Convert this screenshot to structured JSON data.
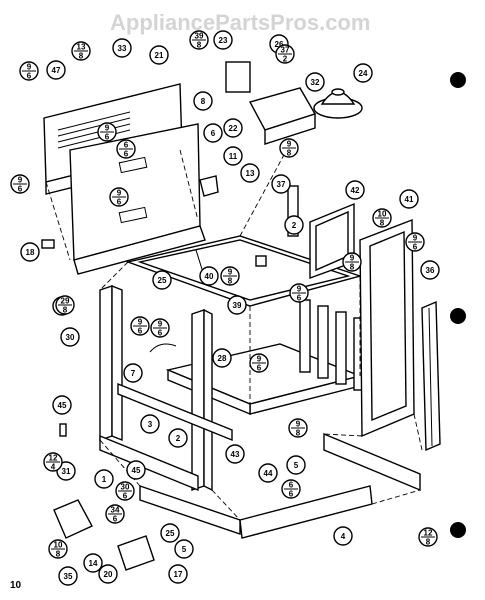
{
  "watermark": "AppliancePartsPros.com",
  "page_number": "10",
  "callouts": [
    "1",
    "2",
    "2",
    "3",
    "4",
    "5",
    "5",
    "6",
    "7",
    "8",
    "11",
    "13",
    "14",
    "17",
    "18",
    "20",
    "21",
    "22",
    "23",
    "24",
    "25",
    "25",
    "26",
    "28",
    "30",
    "31",
    "32",
    "33",
    "35",
    "36",
    "37",
    "39",
    "40",
    "41",
    "42",
    "43",
    "44",
    "45",
    "45",
    "46",
    "47"
  ],
  "fractions": [
    [
      "13",
      "8"
    ],
    [
      "39",
      "8"
    ],
    [
      "37",
      "2"
    ],
    [
      "9",
      "6"
    ],
    [
      "9",
      "6"
    ],
    [
      "6",
      "6"
    ],
    [
      "9",
      "6"
    ],
    [
      "9",
      "8"
    ],
    [
      "9",
      "6"
    ],
    [
      "9",
      "8"
    ],
    [
      "29",
      "8"
    ],
    [
      "9",
      "6"
    ],
    [
      "9",
      "6"
    ],
    [
      "9",
      "6"
    ],
    [
      "9",
      "6"
    ],
    [
      "9",
      "8"
    ],
    [
      "10",
      "8"
    ],
    [
      "6",
      "6"
    ],
    [
      "12",
      "8"
    ],
    [
      "34",
      "6"
    ],
    [
      "30",
      "6"
    ],
    [
      "12",
      "4"
    ],
    [
      "10",
      "8"
    ],
    [
      "9",
      "6"
    ],
    [
      "9",
      "8"
    ]
  ]
}
